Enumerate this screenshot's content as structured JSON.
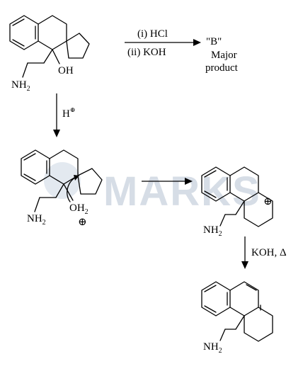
{
  "watermark": "MARKS",
  "reagents_top": {
    "line1": "(i) HCl",
    "line2": "(ii) KOH"
  },
  "product_b": {
    "label": "\"B\"",
    "line2": "Major",
    "line3": "product"
  },
  "reagent_acid": {
    "text": "H",
    "charge": "⊕"
  },
  "reagent_base": "KOH, Δ",
  "labels": {
    "oh": "OH",
    "nh_base": "NH",
    "nh_sub": "2",
    "oh2_base": "OH",
    "oh2_sub": "2",
    "cation": "⊕"
  }
}
